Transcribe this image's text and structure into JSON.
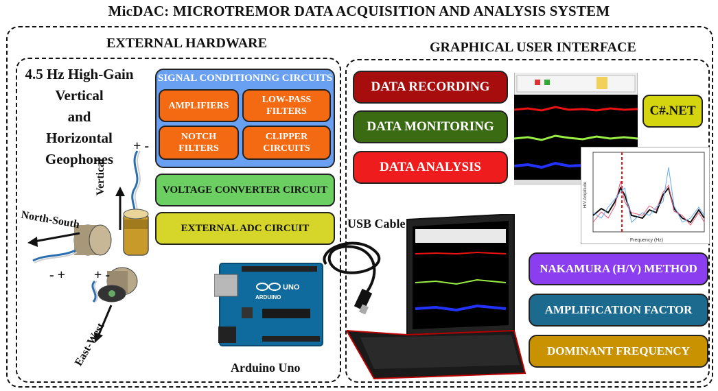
{
  "title": "MicDAC: MICROTREMOR DATA ACQUISITION  AND ANALYSIS SYSTEM",
  "hardware": {
    "heading": "EXTERNAL HARDWARE",
    "geophone_lines": [
      "4.5 Hz High-Gain",
      "Vertical",
      "and",
      "Horizontal",
      "Geophones"
    ],
    "signal_conditioning": {
      "title": "SIGNAL CONDITIONING CIRCUITS",
      "blocks": [
        {
          "line1": "AMPLIFIERS",
          "line2": ""
        },
        {
          "line1": "LOW-PASS",
          "line2": "FILTERS"
        },
        {
          "line1": "NOTCH",
          "line2": "FILTERS"
        },
        {
          "line1": "CLIPPER",
          "line2": "CIRCUITS"
        }
      ]
    },
    "voltage_converter": "VOLTAGE CONVERTER CIRCUIT",
    "adc": "EXTERNAL ADC CIRCUIT",
    "labels": {
      "vertical": "Vertical",
      "north_south": "North-South",
      "east_west": "East-West",
      "plus": "+",
      "minus": "-"
    },
    "arduino": "Arduino Uno",
    "arduino_board_text": "UNO",
    "arduino_board_brand": "ARDUINO",
    "usb": "USB Cable"
  },
  "gui": {
    "heading": "GRAPHICAL USER INTERFACE",
    "buttons": [
      "DATA RECORDING",
      "DATA MONITORING",
      "DATA ANALYSIS"
    ],
    "csharp": "C#.NET",
    "analysis": [
      "NAKAMURA (H/V) METHOD",
      "AMPLIFICATION FACTOR",
      "DOMINANT FREQUENCY"
    ],
    "plot_xlabel": "Frequency (Hz)",
    "plot_ylabel": "H/V Amplitude"
  },
  "colors": {
    "recording": "#a80d0d",
    "monitoring": "#3a6b13",
    "analysis": "#ee1c1c",
    "csharp": "#d4d40f",
    "nakamura": "#8b3ef0",
    "amplification": "#1c6b8e",
    "dominant": "#c99200",
    "signal_conditioning": "#6aa0f2",
    "orange_block": "#f36a12",
    "voltage": "#6ccf62",
    "adc": "#d6d62a"
  }
}
